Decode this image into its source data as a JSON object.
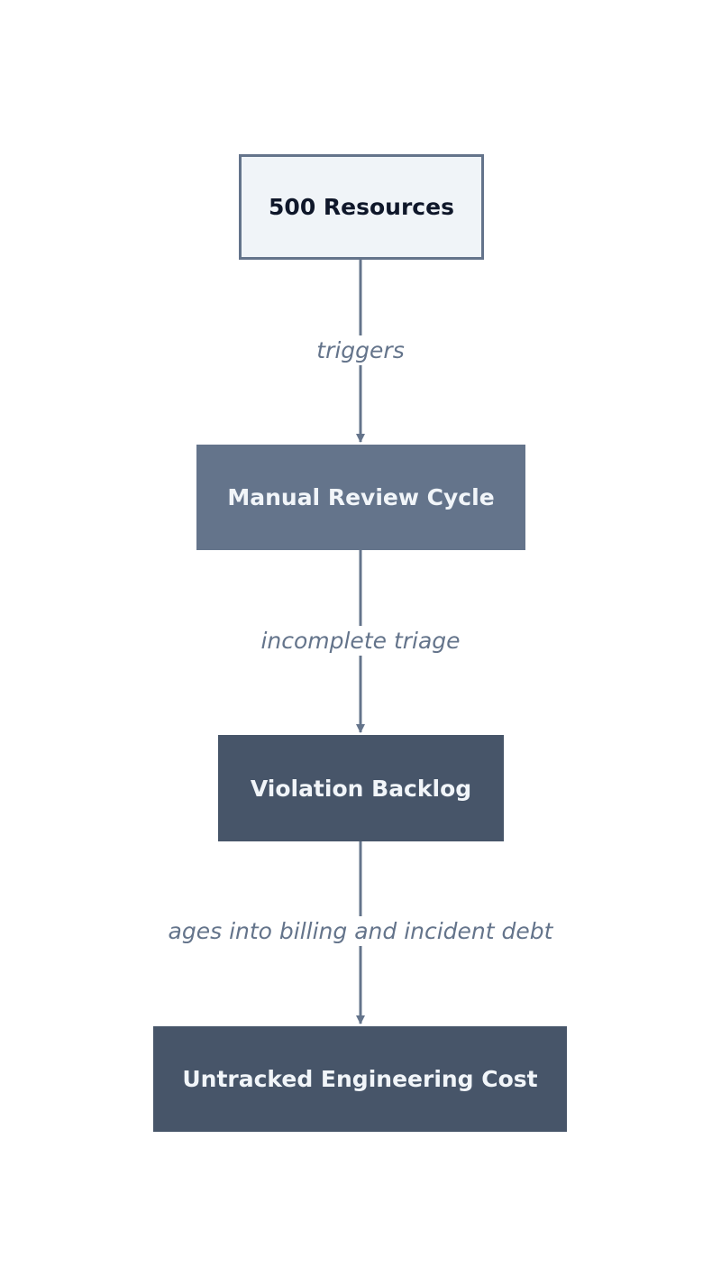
{
  "diagram": {
    "nodes": [
      {
        "id": "n0",
        "label": "500 Resources"
      },
      {
        "id": "n1",
        "label": "Manual Review Cycle"
      },
      {
        "id": "n2",
        "label": "Violation Backlog"
      },
      {
        "id": "n3",
        "label": "Untracked Engineering Cost"
      }
    ],
    "edges": [
      {
        "from": "n0",
        "to": "n1",
        "label": "triggers"
      },
      {
        "from": "n1",
        "to": "n2",
        "label": "incomplete triage"
      },
      {
        "from": "n2",
        "to": "n3",
        "label": "ages into billing and incident debt"
      }
    ],
    "colors": {
      "edge": "#64748b",
      "source_fill": "#f0f4f8",
      "mid_fill": "#64748b",
      "dark_fill": "#475569",
      "label_text": "#64748b"
    }
  }
}
